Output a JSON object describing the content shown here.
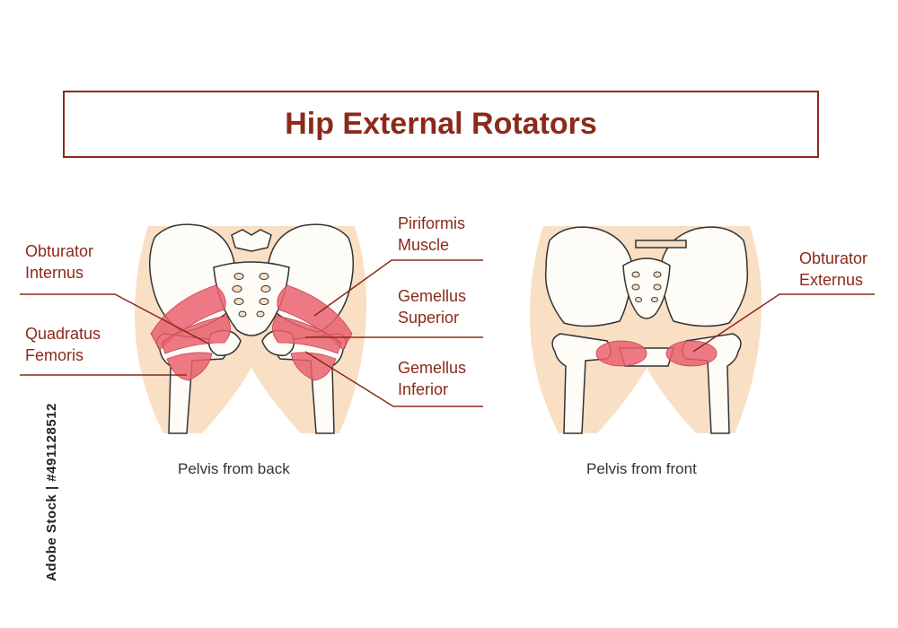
{
  "title": "Hip External Rotators",
  "labels": {
    "obturator_internus": "Obturator\nInternus",
    "quadratus_femoris": "Quadratus\nFemoris",
    "piriformis": "Piriformis\nMuscle",
    "gemellus_superior": "Gemellus\nSuperior",
    "gemellus_inferior": "Gemellus\nInferior",
    "obturator_externus": "Obturator\nExternus"
  },
  "captions": {
    "back": "Pelvis from back",
    "front": "Pelvis from front"
  },
  "stock_id": "Adobe Stock | #491128512",
  "colors": {
    "accent": "#8b2a1a",
    "skin": "#f9dfc4",
    "bone": "#fdfcf7",
    "muscle": "#e9626e"
  }
}
